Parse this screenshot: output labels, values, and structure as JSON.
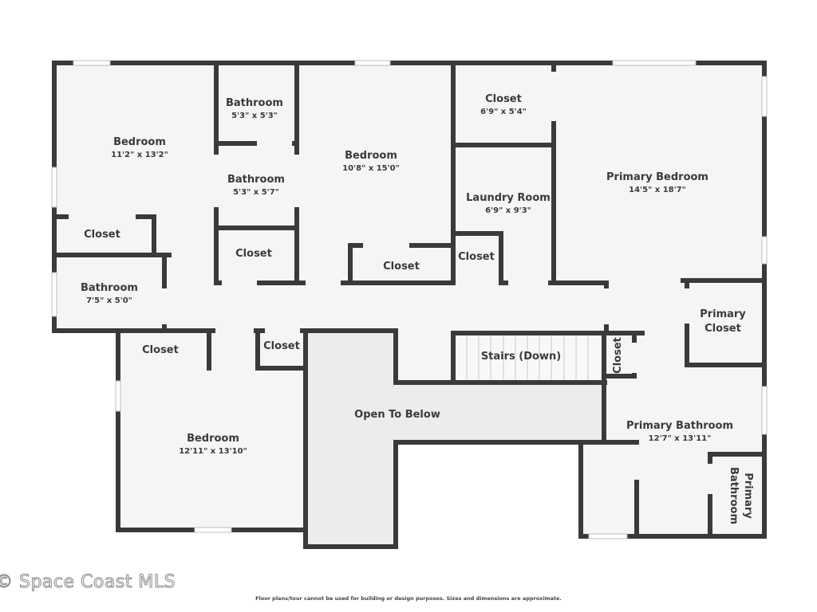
{
  "floorplan": {
    "rooms": [
      {
        "id": "bedroom-1",
        "label": "Bedroom",
        "dims": "11'2\" x 13'2\""
      },
      {
        "id": "bathroom-1",
        "label": "Bathroom",
        "dims": "5'3\" x 5'3\""
      },
      {
        "id": "bathroom-2",
        "label": "Bathroom",
        "dims": "5'3\" x 5'7\""
      },
      {
        "id": "bedroom-2",
        "label": "Bedroom",
        "dims": "10'8\" x 15'0\""
      },
      {
        "id": "closet-top",
        "label": "Closet",
        "dims": "6'9\" x 5'4\""
      },
      {
        "id": "laundry",
        "label": "Laundry Room",
        "dims": "6'9\" x 9'3\""
      },
      {
        "id": "primary-bedroom",
        "label": "Primary Bedroom",
        "dims": "14'5\" x 18'7\""
      },
      {
        "id": "closet-bed1",
        "label": "Closet",
        "dims": ""
      },
      {
        "id": "closet-mid",
        "label": "Closet",
        "dims": ""
      },
      {
        "id": "closet-bed2",
        "label": "Closet",
        "dims": ""
      },
      {
        "id": "closet-laundry",
        "label": "Closet",
        "dims": ""
      },
      {
        "id": "bathroom-3",
        "label": "Bathroom",
        "dims": "7'5\" x 5'0\""
      },
      {
        "id": "primary-closet",
        "label": "Primary",
        "label2": "Closet",
        "dims": ""
      },
      {
        "id": "closet-bed3",
        "label": "Closet",
        "dims": ""
      },
      {
        "id": "closet-hall",
        "label": "Closet",
        "dims": ""
      },
      {
        "id": "stairs",
        "label": "Stairs (Down)",
        "dims": ""
      },
      {
        "id": "closet-vertical",
        "label": "Closet",
        "dims": ""
      },
      {
        "id": "open-below",
        "label": "Open To Below",
        "dims": ""
      },
      {
        "id": "bedroom-3",
        "label": "Bedroom",
        "dims": "12'11\" x 13'10\""
      },
      {
        "id": "primary-bathroom",
        "label": "Primary Bathroom",
        "dims": "12'7\" x 13'11\""
      },
      {
        "id": "primary-bathroom-wc",
        "label": "Primary",
        "label2": "Bathroom",
        "dims": ""
      }
    ]
  },
  "footer": {
    "watermark": "© Space Coast MLS",
    "disclaimer": "Floor plans/tour cannot be used for building or design purposes. Sizes and dimensions are approximate."
  },
  "colors": {
    "wall": "#3a3a3a",
    "floor": "#f5f5f5",
    "open_below": "#ececec",
    "window": "#ffffff"
  }
}
